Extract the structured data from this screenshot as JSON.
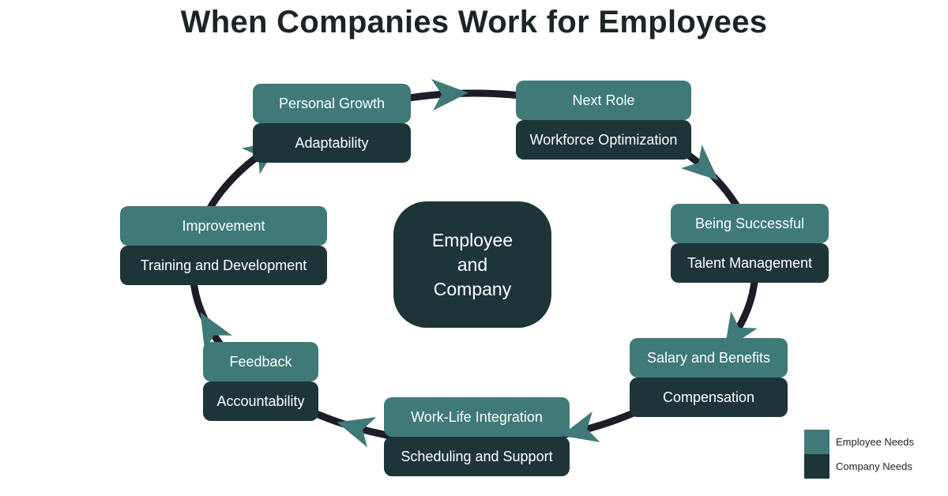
{
  "title": "When Companies Work for Employees",
  "center": {
    "line1": "Employee",
    "line2": "and",
    "line3": "Company"
  },
  "stages": [
    {
      "employee": "Personal Growth",
      "company": "Adaptability"
    },
    {
      "employee": "Next Role",
      "company": "Workforce Optimization"
    },
    {
      "employee": "Being Successful",
      "company": "Talent Management"
    },
    {
      "employee": "Salary and Benefits",
      "company": "Compensation"
    },
    {
      "employee": "Work-Life Integration",
      "company": "Scheduling and Support"
    },
    {
      "employee": "Feedback",
      "company": "Accountability"
    },
    {
      "employee": "Improvement",
      "company": "Training and Development"
    }
  ],
  "legend": {
    "employee": "Employee Needs",
    "company": "Company Needs"
  },
  "colors": {
    "employee": "#3f7a79",
    "company": "#1d3539",
    "ring": "#1b1d28",
    "arrow": "#3f7a79"
  }
}
